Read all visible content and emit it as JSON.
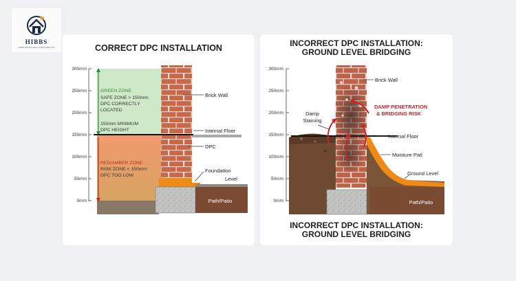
{
  "logo": {
    "name": "HIBBS",
    "tagline": "DAMP PROOF WALL & BUILDING LTD",
    "icon": "house-icon"
  },
  "correct_panel": {
    "title": "CORRECT DPC INSTALLATION",
    "scale_ticks": [
      "300mm",
      "250mm",
      "200mm",
      "150mm",
      "100mm",
      "50mm",
      "0mm"
    ],
    "green_zone": {
      "title": "GREEN ZONE",
      "line1": "SAFE ZONE > 150mm:",
      "line2": "DPC CORRECTLY",
      "line3": "LOCATED",
      "min_line1": "150mm MINIMUM",
      "min_line2": "DPC HEIGHT",
      "color": "#cfe8c8"
    },
    "amber_zone": {
      "title": "RED/AMBER ZONE",
      "line1": "RISK ZONE < 150mm:",
      "line2": "DPC TOO LOW",
      "color": "#e9a070"
    },
    "labels": {
      "brick_wall": "Brick Wall",
      "internal_floor": "Internal Floor",
      "dpc": "DPC",
      "foundation": "Foundation",
      "level": "Level",
      "path_patio": "Path/Patio"
    }
  },
  "incorrect_panel": {
    "title_line1": "INCORRECT DPC INSTALLATION:",
    "title_line2": "GROUND LEVEL BRIDGING",
    "bottom_title_line1": "INCORRECT DPC INSTALLATION:",
    "bottom_title_line2": "GROUND LEVEL BRIDGING",
    "scale_ticks": [
      "300mm",
      "250mm",
      "200mm",
      "150mm",
      "100mm",
      "50mm",
      "0mm"
    ],
    "labels": {
      "brick_wall": "Brick Wall",
      "damp_staining_1": "Damp",
      "damp_staining_2": "Staining",
      "damp_penetration_1": "DAMP PENETRATION",
      "damp_penetration_2": "& BRIDGING RISK",
      "internal_floor": "Internal Floor",
      "moisture_path": "Moisture Patl",
      "ground_level": "Ground Level",
      "path_patio": "Path/Patio"
    },
    "warning_color": "#c0282a"
  }
}
